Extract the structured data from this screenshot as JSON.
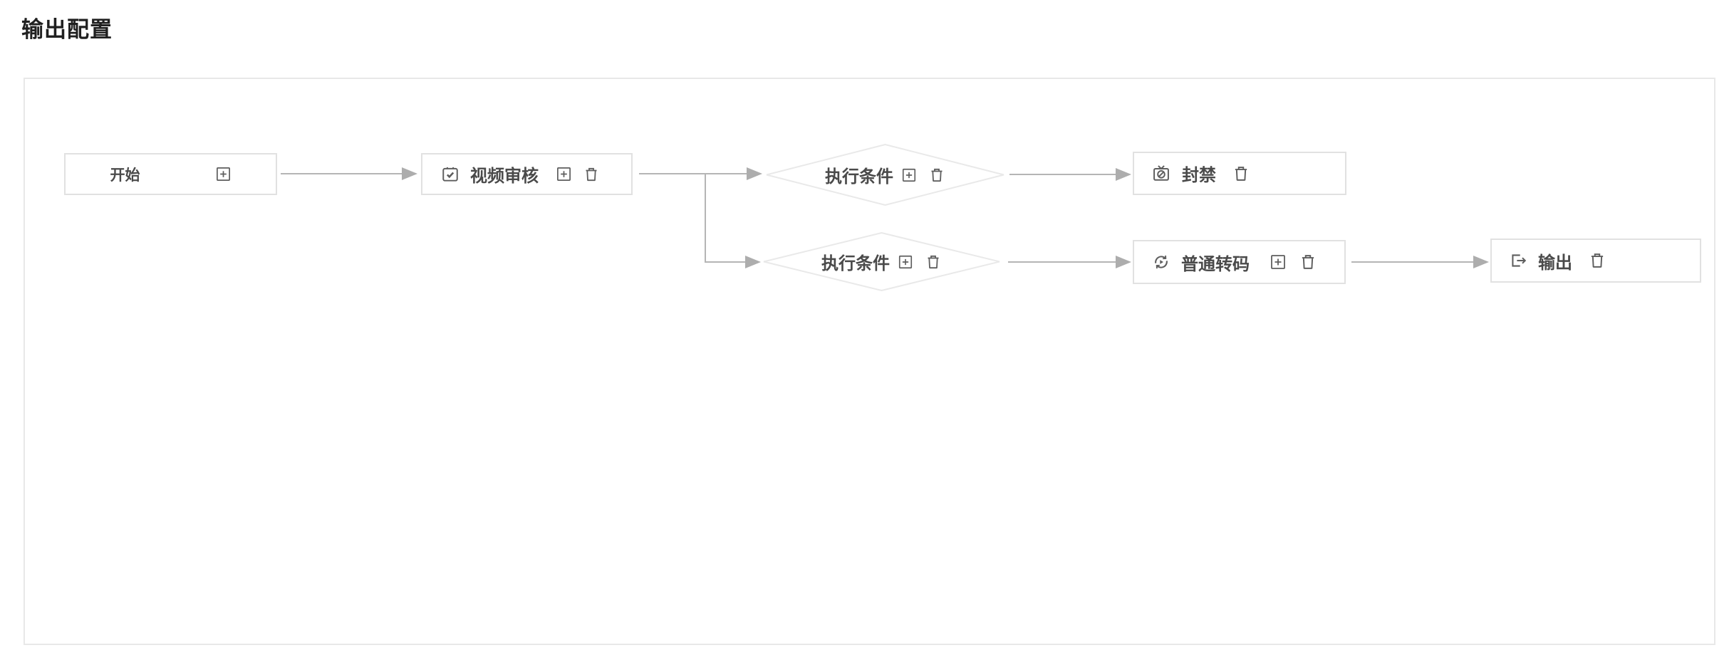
{
  "page": {
    "title": "输出配置"
  },
  "flow": {
    "start": {
      "label": "开始",
      "actions": [
        "add"
      ]
    },
    "video_audit": {
      "label": "视频审核",
      "leading_icon": "video-audit-icon",
      "actions": [
        "add",
        "delete"
      ]
    },
    "condition_top": {
      "label": "执行条件",
      "shape": "diamond",
      "actions": [
        "add",
        "delete"
      ]
    },
    "ban": {
      "label": "封禁",
      "leading_icon": "ban-icon",
      "actions": [
        "delete"
      ]
    },
    "condition_bottom": {
      "label": "执行条件",
      "shape": "diamond",
      "actions": [
        "add",
        "delete"
      ]
    },
    "transcode": {
      "label": "普通转码",
      "leading_icon": "transcode-icon",
      "actions": [
        "add",
        "delete"
      ]
    },
    "output": {
      "label": "输出",
      "leading_icon": "export-icon",
      "actions": [
        "delete"
      ]
    }
  },
  "colors": {
    "line": "#b5b5b5",
    "arrowhead": "#adadad",
    "node_border": "#e1e1e1",
    "diamond_border": "#e9e9e9",
    "container_border": "#e8e8e8",
    "node_text": "#4a4a4a",
    "icon": "#5e5e5e",
    "title_text": "#202020",
    "background": "#ffffff"
  }
}
